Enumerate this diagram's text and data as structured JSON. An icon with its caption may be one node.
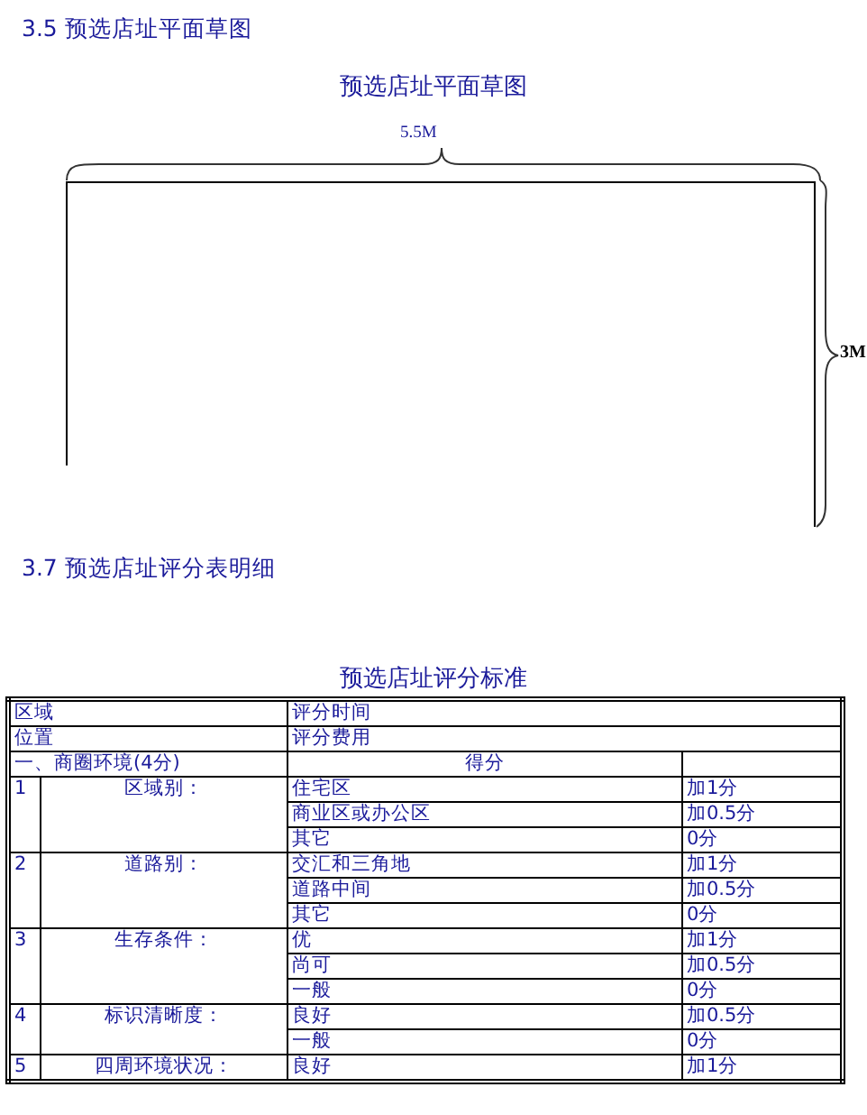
{
  "diagram": {
    "title": "预选店址平面草图",
    "labels": [
      "3.5 预选店址平面草图",
      "5.5M",
      "3M",
      "3.7 预选店址评分表明细",
      "预选店址评分标准",
      "区域",
      "评分时间",
      "位置",
      "评分费用",
      "一、商圈环境(4分)",
      "得分",
      "1",
      "区域别：",
      "住宅区",
      "加1分",
      "商业区或办公区",
      "加0.5分",
      "其它",
      "0分",
      "2",
      "道路别：",
      "交汇和三角地",
      "加1分",
      "道路中间",
      "加0.5分",
      "其它",
      "0分",
      "3",
      "生存条件：",
      "优",
      "加1分",
      "尚可",
      "加0.5分",
      "一般",
      "0分",
      "4",
      "标识清晰度：",
      "良好",
      "加0.5分",
      "一般",
      "0分",
      "5",
      "四周环境状况：",
      "良好",
      "加1分"
    ]
  }
}
